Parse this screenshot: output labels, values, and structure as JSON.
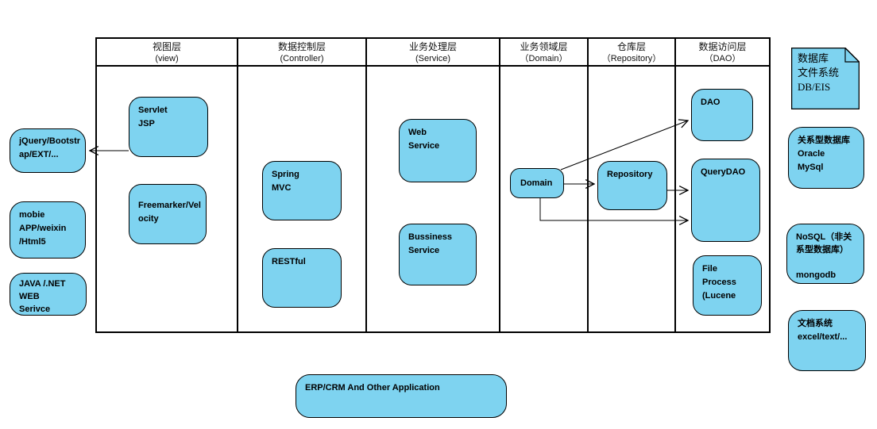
{
  "colors": {
    "node_fill": "#7ED3F0",
    "node_border": "#000000",
    "connector": "#000000",
    "table_border": "#000000"
  },
  "layers": [
    {
      "cn": "视图层",
      "en": "(view)"
    },
    {
      "cn": "数据控制层",
      "en": "(Controller)"
    },
    {
      "cn": "业务处理层",
      "en": "(Service)"
    },
    {
      "cn": "业务领域层",
      "en": "（Domain）"
    },
    {
      "cn": "仓库层",
      "en": "（Repository）"
    },
    {
      "cn": "数据访问层",
      "en": "（DAO）"
    }
  ],
  "nodes": {
    "jquery": "jQuery/Bootstrap/EXT/...",
    "mobie": "mobie\nAPP/weixin\n/Html5",
    "java_web": "JAVA /.NET\nWEB\nSerivce",
    "servlet_jsp": "Servlet\nJSP",
    "freemarker": "Freemarker/Velocity",
    "spring_mvc": "Spring\nMVC",
    "restful": "RESTful",
    "web_service": "Web\nService",
    "bussiness_service": "Bussiness\nService",
    "domain": "Domain",
    "repository": "Repository",
    "dao": "DAO",
    "querydao": "QueryDAO",
    "file_process": "File\nProcess\n(Lucene",
    "db_note": "数据库\n文件系统\nDB/EIS",
    "relational_db": "关系型数据库\nOracle\nMySql",
    "nosql": "NoSQL（非关系型数据库）\n\nmongodb",
    "doc_system": "文档系统\nexcel/text/...",
    "erp": "ERP/CRM And Other Application"
  },
  "edges": [
    {
      "from": "servlet_jsp",
      "to": "jquery"
    },
    {
      "from": "domain",
      "to": "dao"
    },
    {
      "from": "domain",
      "to": "repository"
    },
    {
      "from": "repository",
      "to": "querydao"
    },
    {
      "from": "domain",
      "to": "querydao"
    }
  ]
}
